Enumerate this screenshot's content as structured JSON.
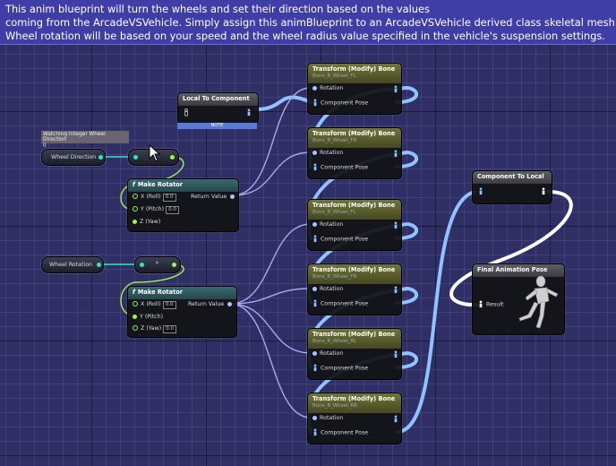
{
  "banner": {
    "line1": "This anim blueprint will turn the wheels and set their direction based on the values",
    "line2": "coming from the ArcadeVSVehicle. Simply assign this animBlueprint to an ArcadeVSVehicle derived class skeletal mesh.",
    "line3": "Wheel rotation will be based on your speed and the wheel radius value specified in the vehicle's suspension settings."
  },
  "local_to_component": {
    "title": "Local To Component",
    "note": "NOTE"
  },
  "watch": {
    "line1": "Watching Integer Wheel Direction",
    "line2": "0"
  },
  "wheel_direction": {
    "label": "Wheel Direction"
  },
  "wheel_rotation": {
    "label": "Wheel Rotation"
  },
  "multiply_symbol": "*",
  "make_rotator_1": {
    "title": "Make Rotator",
    "x_label": "X (Roll)",
    "x_value": "0.0",
    "y_label": "Y (Pitch)",
    "y_value": "0.0",
    "z_label": "Z (Yaw)",
    "return_label": "Return Value"
  },
  "make_rotator_2": {
    "title": "Make Rotator",
    "x_label": "X (Roll)",
    "x_value": "0.0",
    "y_label": "Y (Pitch)",
    "z_label": "Z (Yaw)",
    "z_value": "0.0",
    "return_label": "Return Value"
  },
  "transform_nodes": [
    {
      "title": "Transform (Modify) Bone",
      "bone": "Bone_B_Wheel_FL",
      "rotation_label": "Rotation",
      "pose_label": "Component Pose"
    },
    {
      "title": "Transform (Modify) Bone",
      "bone": "Bone_B_Wheel_FR",
      "rotation_label": "Rotation",
      "pose_label": "Component Pose"
    },
    {
      "title": "Transform (Modify) Bone",
      "bone": "Bone_B_Wheel_FL",
      "rotation_label": "Rotation",
      "pose_label": "Component Pose"
    },
    {
      "title": "Transform (Modify) Bone",
      "bone": "Bone_B_Wheel_FR",
      "rotation_label": "Rotation",
      "pose_label": "Component Pose"
    },
    {
      "title": "Transform (Modify) Bone",
      "bone": "Bone_B_Wheel_RL",
      "rotation_label": "Rotation",
      "pose_label": "Component Pose"
    },
    {
      "title": "Transform (Modify) Bone",
      "bone": "Bone_B_Wheel_RR",
      "rotation_label": "Rotation",
      "pose_label": "Component Pose"
    }
  ],
  "component_to_local": {
    "title": "Component To Local"
  },
  "final_pose": {
    "title": "Final Animation Pose",
    "result_label": "Result"
  },
  "colors": {
    "banner": "#3e3ea6",
    "pose_wire": "#8fc2ff",
    "rotator_wire": "#a6a8f0",
    "float_wire": "#9df54f",
    "int_wire": "#37e3c0"
  }
}
